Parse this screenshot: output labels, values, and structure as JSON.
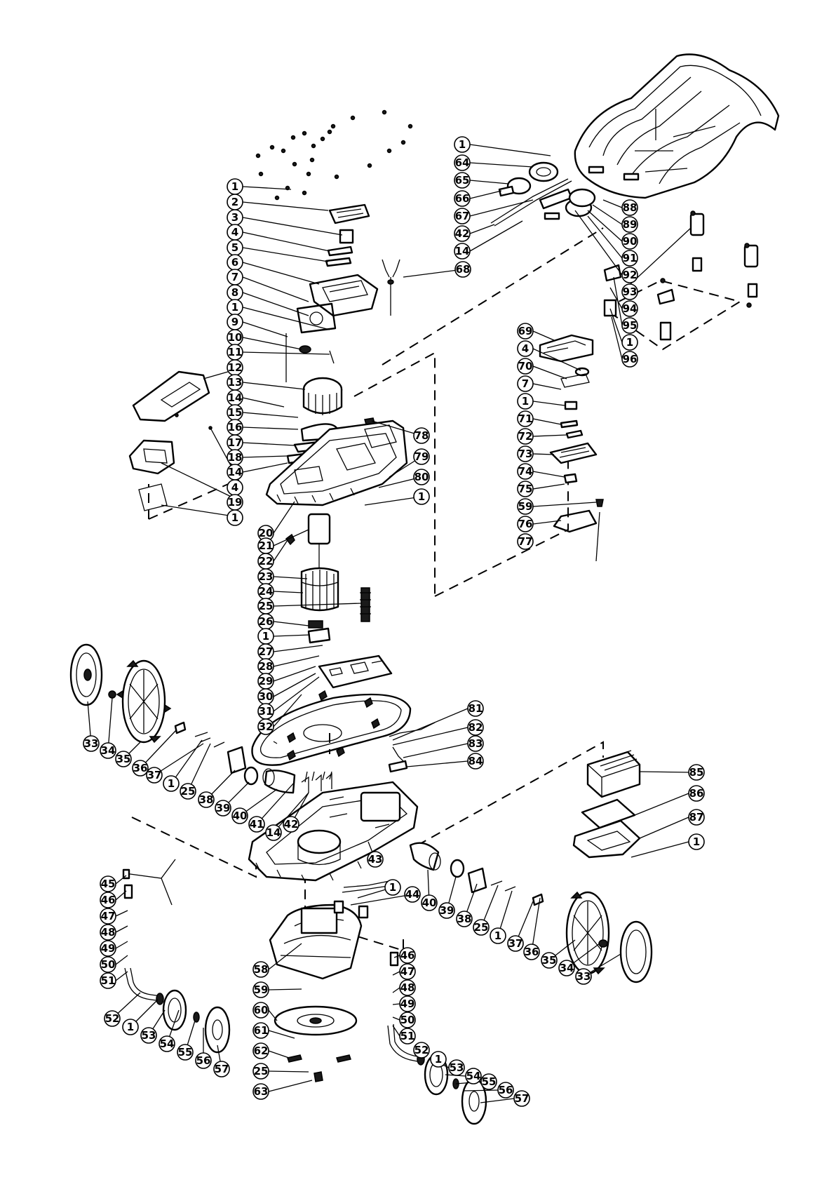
{
  "diagram": {
    "type": "exploded-parts-view",
    "callouts": [
      {
        "id": "c-1-a",
        "label": "1"
      },
      {
        "id": "c-2",
        "label": "2"
      },
      {
        "id": "c-3",
        "label": "3"
      },
      {
        "id": "c-4-a",
        "label": "4"
      },
      {
        "id": "c-5",
        "label": "5"
      },
      {
        "id": "c-6",
        "label": "6"
      },
      {
        "id": "c-7-a",
        "label": "7"
      },
      {
        "id": "c-8",
        "label": "8"
      },
      {
        "id": "c-1-b",
        "label": "1"
      },
      {
        "id": "c-9",
        "label": "9"
      },
      {
        "id": "c-10",
        "label": "10"
      },
      {
        "id": "c-11",
        "label": "11"
      },
      {
        "id": "c-12",
        "label": "12"
      },
      {
        "id": "c-13",
        "label": "13"
      },
      {
        "id": "c-14-a",
        "label": "14"
      },
      {
        "id": "c-15",
        "label": "15"
      },
      {
        "id": "c-16",
        "label": "16"
      },
      {
        "id": "c-17",
        "label": "17"
      },
      {
        "id": "c-18",
        "label": "18"
      },
      {
        "id": "c-14-b",
        "label": "14"
      },
      {
        "id": "c-4-b",
        "label": "4"
      },
      {
        "id": "c-19",
        "label": "19"
      },
      {
        "id": "c-1-c",
        "label": "1"
      },
      {
        "id": "c-20",
        "label": "20"
      },
      {
        "id": "c-21",
        "label": "21"
      },
      {
        "id": "c-22",
        "label": "22"
      },
      {
        "id": "c-23",
        "label": "23"
      },
      {
        "id": "c-24",
        "label": "24"
      },
      {
        "id": "c-25-a",
        "label": "25"
      },
      {
        "id": "c-26",
        "label": "26"
      },
      {
        "id": "c-1-d",
        "label": "1"
      },
      {
        "id": "c-27",
        "label": "27"
      },
      {
        "id": "c-28",
        "label": "28"
      },
      {
        "id": "c-29",
        "label": "29"
      },
      {
        "id": "c-30",
        "label": "30"
      },
      {
        "id": "c-31",
        "label": "31"
      },
      {
        "id": "c-32",
        "label": "32"
      },
      {
        "id": "c-33-a",
        "label": "33"
      },
      {
        "id": "c-34-a",
        "label": "34"
      },
      {
        "id": "c-35-a",
        "label": "35"
      },
      {
        "id": "c-36-a",
        "label": "36"
      },
      {
        "id": "c-37-a",
        "label": "37"
      },
      {
        "id": "c-1-e",
        "label": "1"
      },
      {
        "id": "c-25-b",
        "label": "25"
      },
      {
        "id": "c-38-a",
        "label": "38"
      },
      {
        "id": "c-39-a",
        "label": "39"
      },
      {
        "id": "c-40-a",
        "label": "40"
      },
      {
        "id": "c-41",
        "label": "41"
      },
      {
        "id": "c-14-c",
        "label": "14"
      },
      {
        "id": "c-42-a",
        "label": "42"
      },
      {
        "id": "c-43",
        "label": "43"
      },
      {
        "id": "c-1-f",
        "label": "1"
      },
      {
        "id": "c-44",
        "label": "44"
      },
      {
        "id": "c-40-b",
        "label": "40"
      },
      {
        "id": "c-39-b",
        "label": "39"
      },
      {
        "id": "c-38-b",
        "label": "38"
      },
      {
        "id": "c-25-c",
        "label": "25"
      },
      {
        "id": "c-1-g",
        "label": "1"
      },
      {
        "id": "c-37-b",
        "label": "37"
      },
      {
        "id": "c-36-b",
        "label": "36"
      },
      {
        "id": "c-35-b",
        "label": "35"
      },
      {
        "id": "c-34-b",
        "label": "34"
      },
      {
        "id": "c-33-b",
        "label": "33"
      },
      {
        "id": "c-45",
        "label": "45"
      },
      {
        "id": "c-46-a",
        "label": "46"
      },
      {
        "id": "c-47-a",
        "label": "47"
      },
      {
        "id": "c-48-a",
        "label": "48"
      },
      {
        "id": "c-49-a",
        "label": "49"
      },
      {
        "id": "c-50-a",
        "label": "50"
      },
      {
        "id": "c-51-a",
        "label": "51"
      },
      {
        "id": "c-52-a",
        "label": "52"
      },
      {
        "id": "c-1-h",
        "label": "1"
      },
      {
        "id": "c-53-a",
        "label": "53"
      },
      {
        "id": "c-54-a",
        "label": "54"
      },
      {
        "id": "c-55-a",
        "label": "55"
      },
      {
        "id": "c-56-a",
        "label": "56"
      },
      {
        "id": "c-57-a",
        "label": "57"
      },
      {
        "id": "c-58",
        "label": "58"
      },
      {
        "id": "c-59-a",
        "label": "59"
      },
      {
        "id": "c-60",
        "label": "60"
      },
      {
        "id": "c-61",
        "label": "61"
      },
      {
        "id": "c-62",
        "label": "62"
      },
      {
        "id": "c-25-d",
        "label": "25"
      },
      {
        "id": "c-63",
        "label": "63"
      },
      {
        "id": "c-46-b",
        "label": "46"
      },
      {
        "id": "c-47-b",
        "label": "47"
      },
      {
        "id": "c-48-b",
        "label": "48"
      },
      {
        "id": "c-49-b",
        "label": "49"
      },
      {
        "id": "c-50-b",
        "label": "50"
      },
      {
        "id": "c-51-b",
        "label": "51"
      },
      {
        "id": "c-52-b",
        "label": "52"
      },
      {
        "id": "c-1-i",
        "label": "1"
      },
      {
        "id": "c-53-b",
        "label": "53"
      },
      {
        "id": "c-54-b",
        "label": "54"
      },
      {
        "id": "c-55-b",
        "label": "55"
      },
      {
        "id": "c-56-b",
        "label": "56"
      },
      {
        "id": "c-57-b",
        "label": "57"
      },
      {
        "id": "c-1-j",
        "label": "1"
      },
      {
        "id": "c-64",
        "label": "64"
      },
      {
        "id": "c-65",
        "label": "65"
      },
      {
        "id": "c-66",
        "label": "66"
      },
      {
        "id": "c-67",
        "label": "67"
      },
      {
        "id": "c-42-b",
        "label": "42"
      },
      {
        "id": "c-14-d",
        "label": "14"
      },
      {
        "id": "c-68",
        "label": "68"
      },
      {
        "id": "c-88",
        "label": "88"
      },
      {
        "id": "c-89",
        "label": "89"
      },
      {
        "id": "c-90",
        "label": "90"
      },
      {
        "id": "c-91",
        "label": "91"
      },
      {
        "id": "c-92",
        "label": "92"
      },
      {
        "id": "c-93",
        "label": "93"
      },
      {
        "id": "c-94",
        "label": "94"
      },
      {
        "id": "c-95",
        "label": "95"
      },
      {
        "id": "c-1-k",
        "label": "1"
      },
      {
        "id": "c-96",
        "label": "96"
      },
      {
        "id": "c-69",
        "label": "69"
      },
      {
        "id": "c-4-c",
        "label": "4"
      },
      {
        "id": "c-70",
        "label": "70"
      },
      {
        "id": "c-7-b",
        "label": "7"
      },
      {
        "id": "c-1-l",
        "label": "1"
      },
      {
        "id": "c-71",
        "label": "71"
      },
      {
        "id": "c-72",
        "label": "72"
      },
      {
        "id": "c-73",
        "label": "73"
      },
      {
        "id": "c-74",
        "label": "74"
      },
      {
        "id": "c-75",
        "label": "75"
      },
      {
        "id": "c-59-b",
        "label": "59"
      },
      {
        "id": "c-76",
        "label": "76"
      },
      {
        "id": "c-77",
        "label": "77"
      },
      {
        "id": "c-78",
        "label": "78"
      },
      {
        "id": "c-79",
        "label": "79"
      },
      {
        "id": "c-80",
        "label": "80"
      },
      {
        "id": "c-1-m",
        "label": "1"
      },
      {
        "id": "c-81",
        "label": "81"
      },
      {
        "id": "c-82",
        "label": "82"
      },
      {
        "id": "c-83",
        "label": "83"
      },
      {
        "id": "c-84",
        "label": "84"
      },
      {
        "id": "c-85",
        "label": "85"
      },
      {
        "id": "c-86",
        "label": "86"
      },
      {
        "id": "c-87",
        "label": "87"
      },
      {
        "id": "c-1-n",
        "label": "1"
      }
    ]
  }
}
